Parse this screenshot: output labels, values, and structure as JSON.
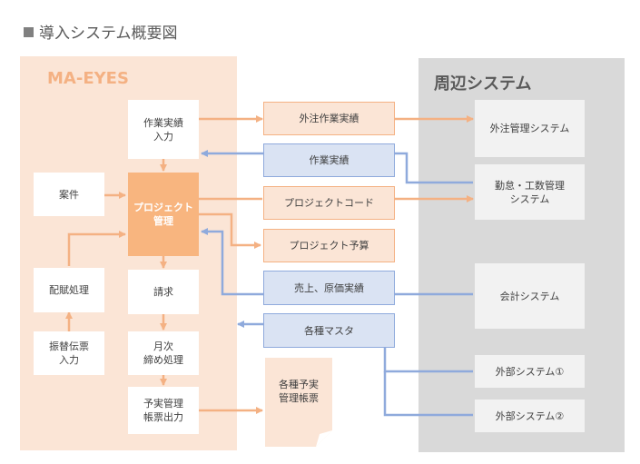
{
  "title": "導入システム概要図",
  "left_panel": {
    "title": "MA-EYES"
  },
  "right_panel": {
    "title": "周辺システム"
  },
  "nodes": {
    "work_input": "作業実績\n入力",
    "project": "案件",
    "project_mgmt": "プロジェクト\n管理",
    "billing": "請求",
    "allocation": "配賦処理",
    "transfer_slip": "振替伝票\n入力",
    "monthly_close": "月次\n締め処理",
    "budget_report": "予実管理\n帳票出力"
  },
  "flows": {
    "outsourcing_results": "外注作業実績",
    "work_results": "作業実績",
    "project_code": "プロジェクトコード",
    "project_budget": "プロジェクト予算",
    "sales_cost": "売上、原価実績",
    "masters": "各種マスタ"
  },
  "document": {
    "label": "各種予実\n管理帳票"
  },
  "external": {
    "outsourcing_mgmt": "外注管理システム",
    "attendance": "勤怠・工数管理\nシステム",
    "accounting": "会計システム",
    "ext1": "外部システム①",
    "ext2": "外部システム②"
  },
  "colors": {
    "orange": "#f4b183",
    "blue": "#8faadc",
    "core": "#f8b57f",
    "panel_left": "#fbe5d6",
    "panel_right": "#d9d9d9"
  }
}
